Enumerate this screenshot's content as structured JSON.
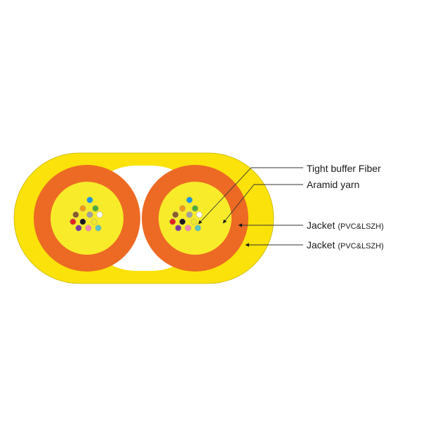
{
  "labels": {
    "tight_buffer_fiber": "Tight buffer Fiber",
    "aramid_yarn": "Aramid yarn",
    "inner_jacket": "Jacket",
    "inner_jacket_material": "(PVC&LSZH)",
    "outer_jacket": "Jacket",
    "outer_jacket_material": "(PVC&LSZH)"
  },
  "colors": {
    "outer_jacket": "#fbe20a",
    "inner_jacket": "#ec6a24",
    "aramid_yarn": "#f8ec2a",
    "background": "#ffffff",
    "leader_line": "#333333",
    "fibers": [
      "#1e9bd8",
      "#f39b16",
      "#4caf35",
      "#8b5a2b",
      "#a0a0a0",
      "#ffffff",
      "#e52421",
      "#1b1b1b",
      "#f2e82c",
      "#7d3c98",
      "#f38ab0",
      "#58c6c0"
    ]
  }
}
